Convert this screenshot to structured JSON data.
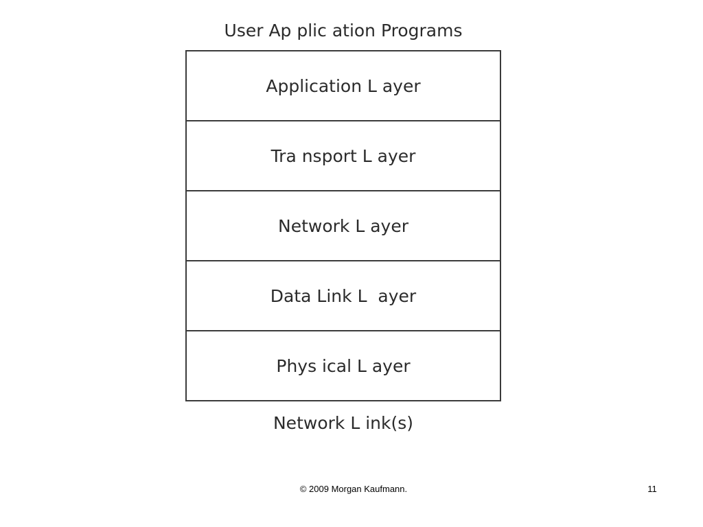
{
  "diagram": {
    "top_label": "User Ap plic ation Programs",
    "layers": [
      "Application L ayer",
      "Tra nsport L ayer",
      "Network L ayer",
      "Data Link L  ayer",
      "Phys ical L ayer"
    ],
    "bottom_label": "Network L ink(s)"
  },
  "footer": {
    "copyright": "© 2009 Morgan Kaufmann.",
    "page_number": "11"
  }
}
